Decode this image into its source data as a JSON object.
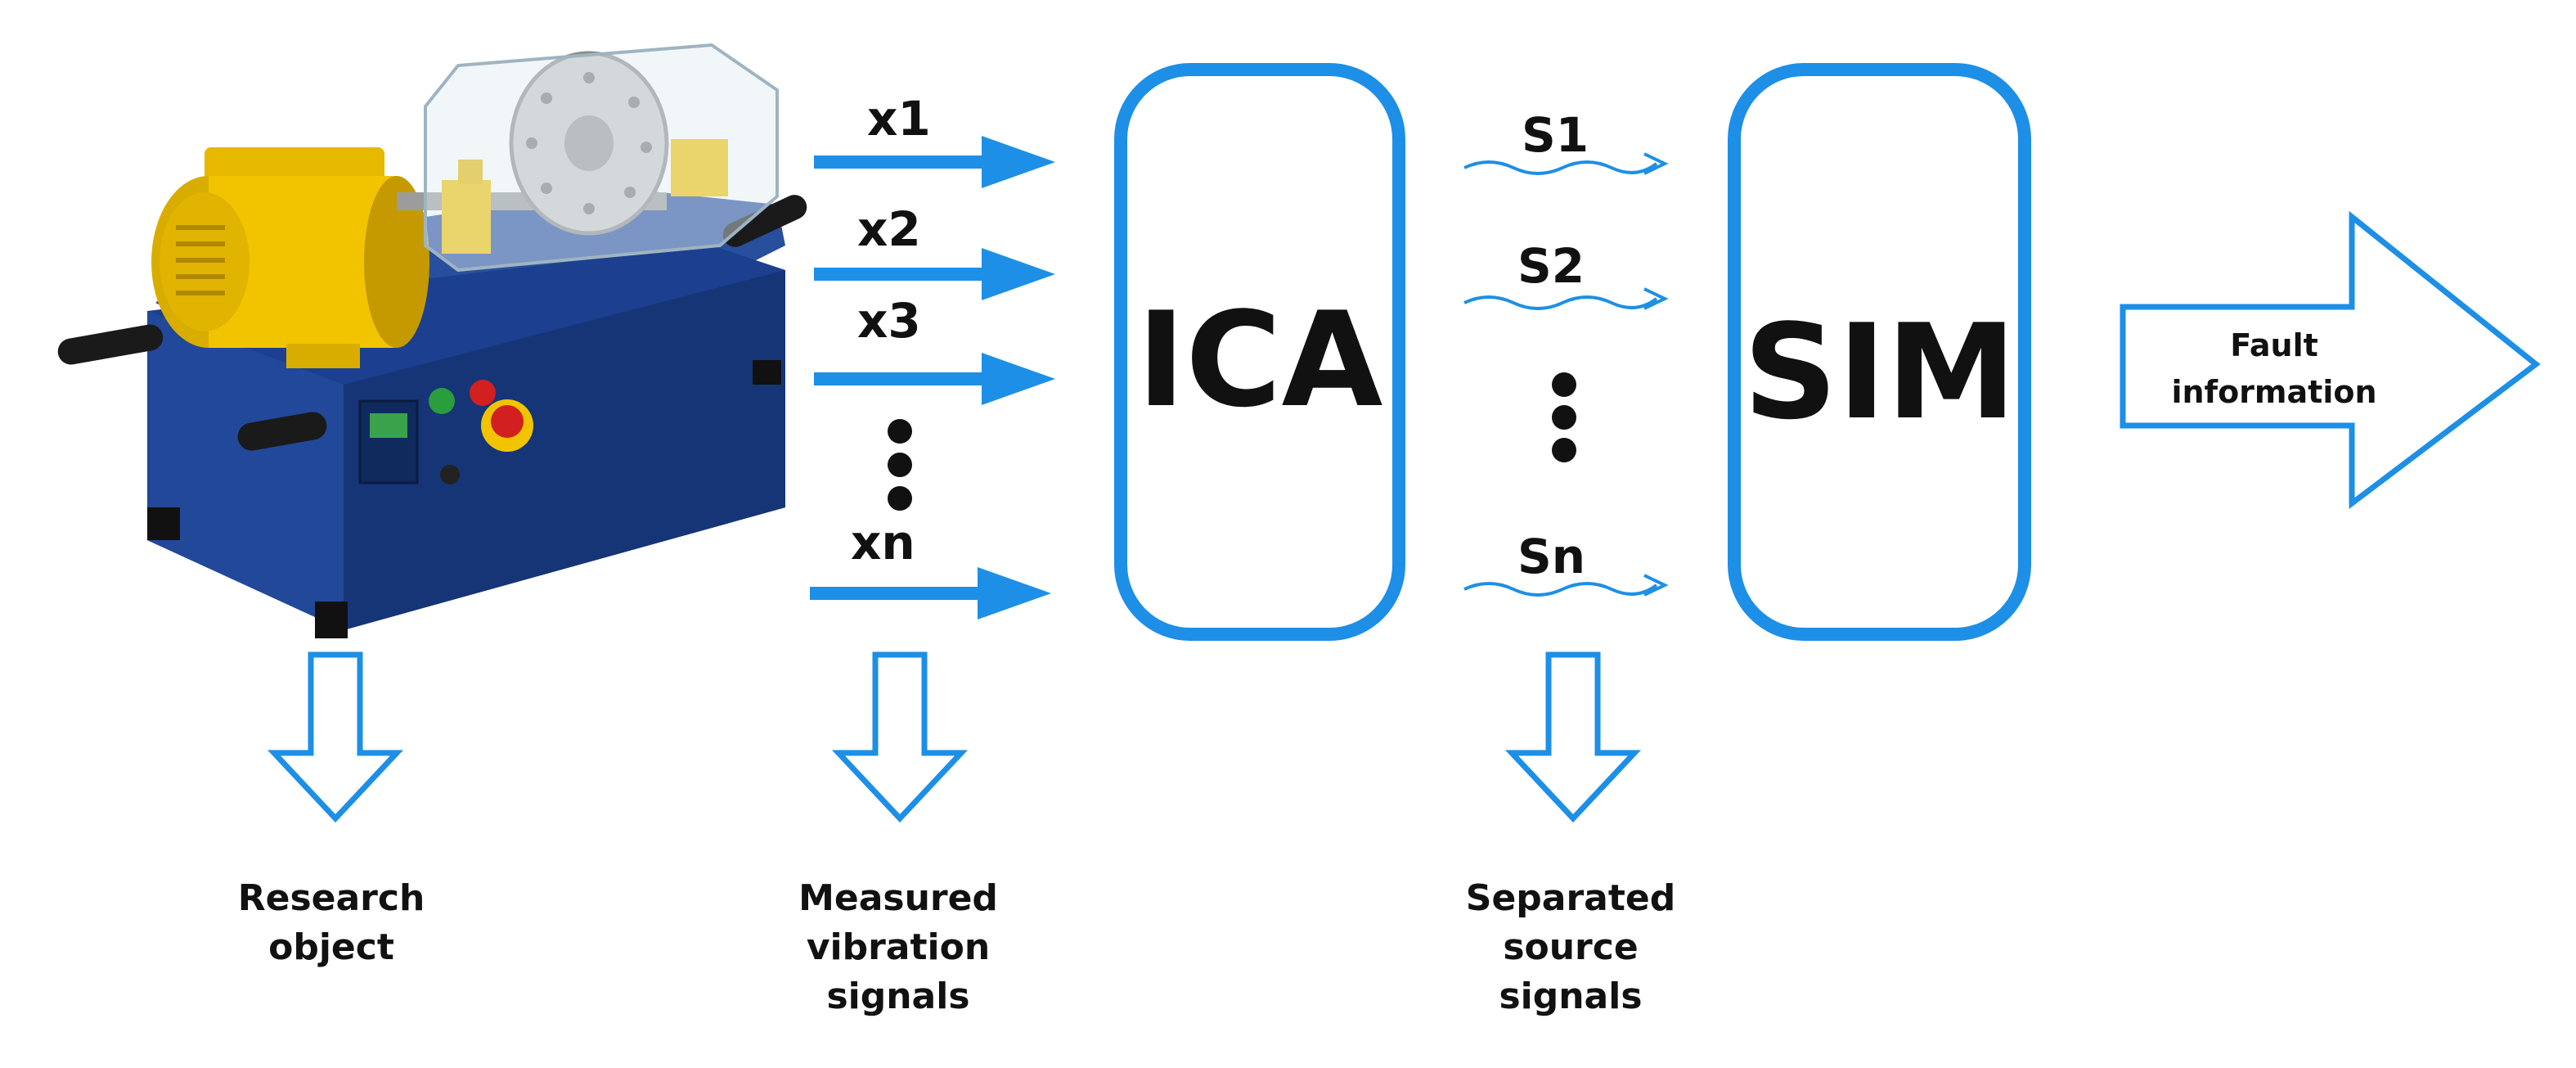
{
  "diagram": {
    "inputs": {
      "labels": [
        "x1",
        "x2",
        "x3",
        "xn"
      ]
    },
    "ica_box": {
      "label": "ICA"
    },
    "sources": {
      "labels": [
        "S1",
        "S2",
        "Sn"
      ]
    },
    "sim_box": {
      "label": "SIM"
    },
    "output_arrow": {
      "line1": "Fault",
      "line2": "information"
    },
    "captions": {
      "research_object": [
        "Research",
        "object"
      ],
      "measured_signals": [
        "Measured",
        "vibration",
        "signals"
      ],
      "separated_signals": [
        "Separated",
        "source",
        "signals"
      ]
    },
    "colors": {
      "accent": "#1d8fe6",
      "motor": "#f2c400",
      "base": "#1c3f8f",
      "text": "#111111"
    },
    "icons": [
      "test-rig-machine-image",
      "arrow-right-icon",
      "wavy-arrow-icon",
      "hollow-arrow-down-icon",
      "hollow-arrow-right-icon"
    ]
  }
}
